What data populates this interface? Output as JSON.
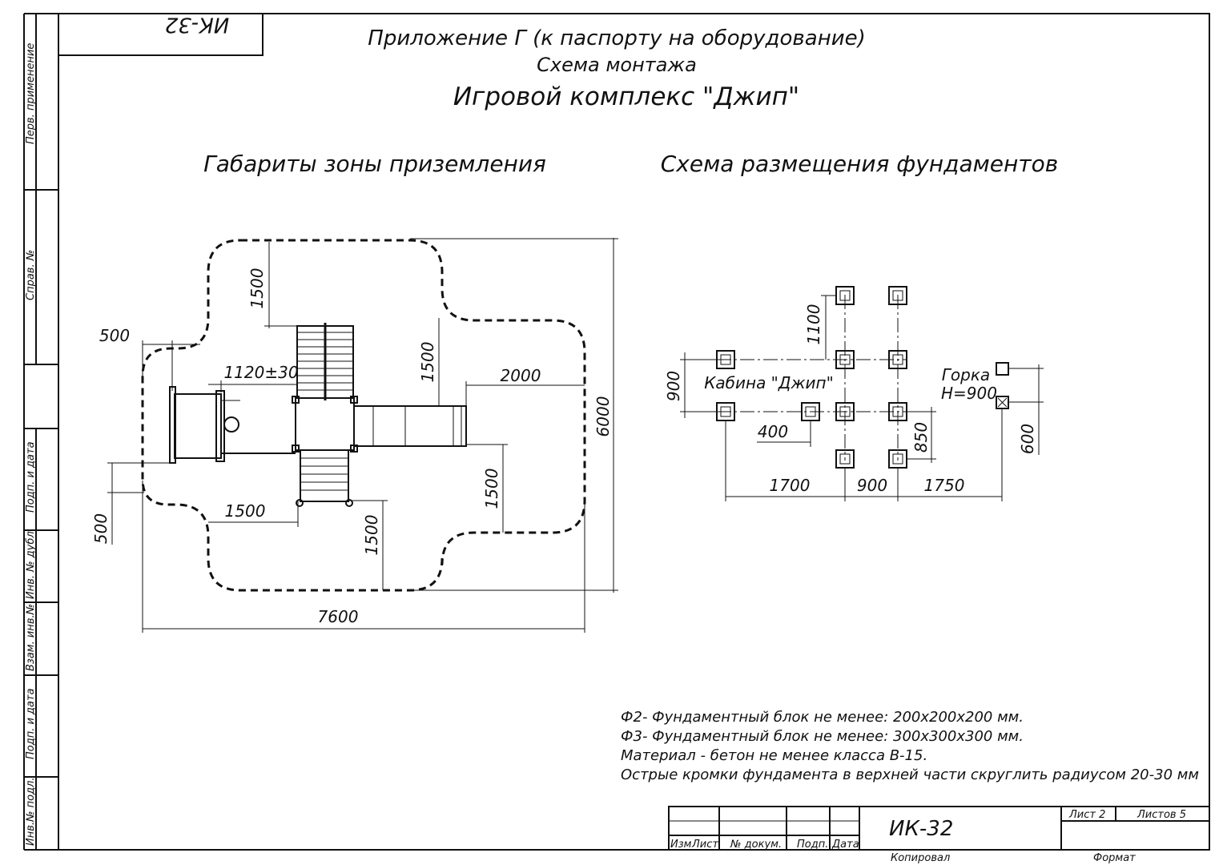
{
  "stamp_code": "ИК-32",
  "header": {
    "line1": "Приложение Г (к паспорту на оборудование)",
    "line2": "Схема монтажа",
    "line3": "Игровой комплекс \"Джип\""
  },
  "left_title": "Габариты зоны приземления",
  "right_title": "Схема размещения фундаментов",
  "left_dims": {
    "d500_top": "500",
    "d1500_top": "1500",
    "d1120": "1120±30",
    "d1500_mid": "1500",
    "d2000": "2000",
    "d6000": "6000",
    "d1500_right": "1500",
    "d1500_bottom_left": "1500",
    "d1500_bottom": "1500",
    "d500_left": "500",
    "d7600": "7600"
  },
  "right_dims": {
    "d1100": "1100",
    "d900_left": "900",
    "cabin_label": "Кабина \"Джип\"",
    "slide_label": "Горка",
    "slide_height": "Н=900",
    "d400": "400",
    "d850": "850",
    "d600": "600",
    "d1700": "1700",
    "d900_bottom": "900",
    "d1750": "1750"
  },
  "notes": [
    "Ф2- Фундаментный блок не менее: 200х200х200 мм.",
    "Ф3- Фундаментный блок не менее: 300х300х300 мм.",
    "Материал - бетон не менее класса В-15.",
    "Острые кромки фундамента в верхней части скруглить радиусом 20-30 мм"
  ],
  "side_labels": {
    "perv": "Перв. применение",
    "sprav": "Справ. №",
    "podp1": "Подп. и дата",
    "inv_dubl": "Инв. № дубл.",
    "vzam": "Взам. инв.№",
    "podp2": "Подп. и дата",
    "inv_podl": "Инв.№ подл."
  },
  "title_block": {
    "izm": "Изм",
    "list": "Лист",
    "n_dokum": "№ докум.",
    "podp": "Подп.",
    "data": "Дата",
    "code": "ИК-32",
    "list_n": "Лист 2",
    "listov": "Листов 5",
    "kopiroval": "Копировал",
    "format": "Формат"
  }
}
